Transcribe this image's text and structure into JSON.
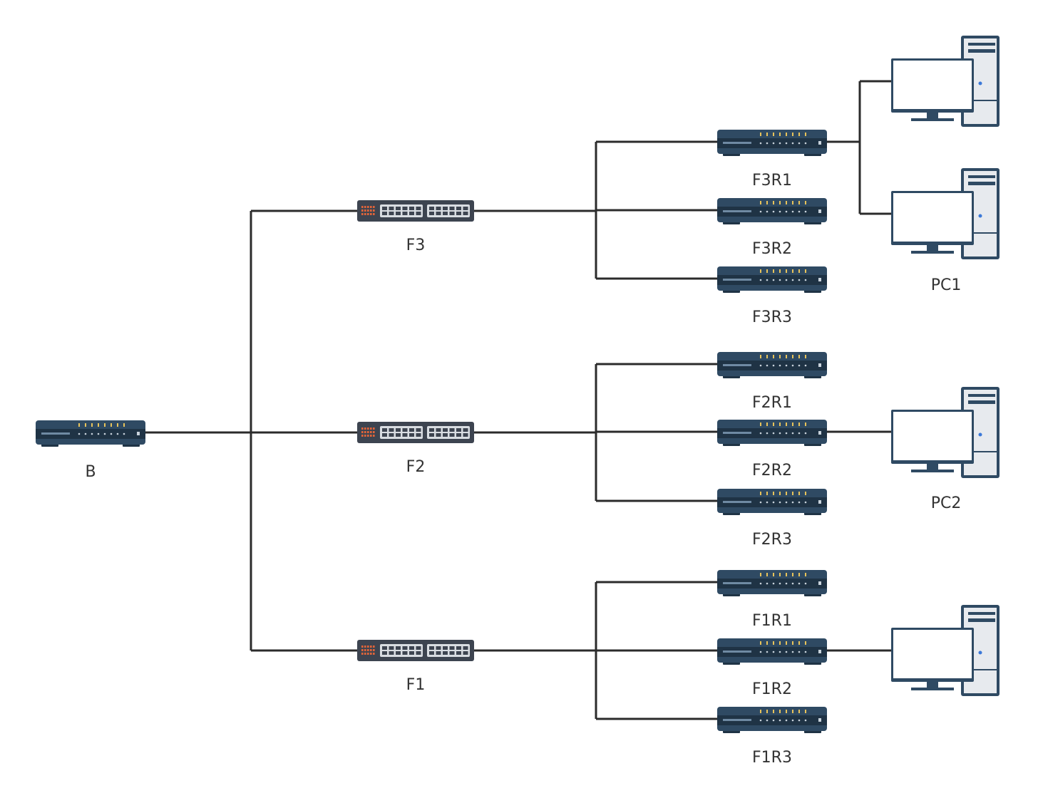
{
  "colors": {
    "wire": "#2b2b2b",
    "router_body": "#2f4a63",
    "router_dark": "#1f3345",
    "router_led": "#e8c35a",
    "switch_body": "#3d4450",
    "switch_port_accent": "#e0643a",
    "pc_screen": "#ffffff",
    "pc_outline": "#2f4a63",
    "pc_tower": "#e7eaee",
    "pc_power_led": "#3b78d8"
  },
  "core": {
    "label": "B",
    "icon": "router-icon"
  },
  "floor_switches": [
    {
      "id": "F3",
      "label": "F3",
      "icon": "switch-icon"
    },
    {
      "id": "F2",
      "label": "F2",
      "icon": "switch-icon"
    },
    {
      "id": "F1",
      "label": "F1",
      "icon": "switch-icon"
    }
  ],
  "room_routers": [
    {
      "id": "F3R1",
      "label": "F3R1",
      "parent": "F3",
      "icon": "router-icon"
    },
    {
      "id": "F3R2",
      "label": "F3R2",
      "parent": "F3",
      "icon": "router-icon"
    },
    {
      "id": "F3R3",
      "label": "F3R3",
      "parent": "F3",
      "icon": "router-icon"
    },
    {
      "id": "F2R1",
      "label": "F2R1",
      "parent": "F2",
      "icon": "router-icon"
    },
    {
      "id": "F2R2",
      "label": "F2R2",
      "parent": "F2",
      "icon": "router-icon"
    },
    {
      "id": "F2R3",
      "label": "F2R3",
      "parent": "F2",
      "icon": "router-icon"
    },
    {
      "id": "F1R1",
      "label": "F1R1",
      "parent": "F1",
      "icon": "router-icon"
    },
    {
      "id": "F1R2",
      "label": "F1R2",
      "parent": "F1",
      "icon": "router-icon"
    },
    {
      "id": "F1R3",
      "label": "F1R3",
      "parent": "F1",
      "icon": "router-icon"
    }
  ],
  "computers": [
    {
      "id": "PC1a",
      "label": "",
      "parent": "F3R1",
      "icon": "computer-icon"
    },
    {
      "id": "PC1b",
      "label": "PC1",
      "parent": "F3R1",
      "icon": "computer-icon"
    },
    {
      "id": "PC2",
      "label": "PC2",
      "parent": "F2R2",
      "icon": "computer-icon"
    },
    {
      "id": "PC3",
      "label": "",
      "parent": "F1R2",
      "icon": "computer-icon"
    }
  ]
}
